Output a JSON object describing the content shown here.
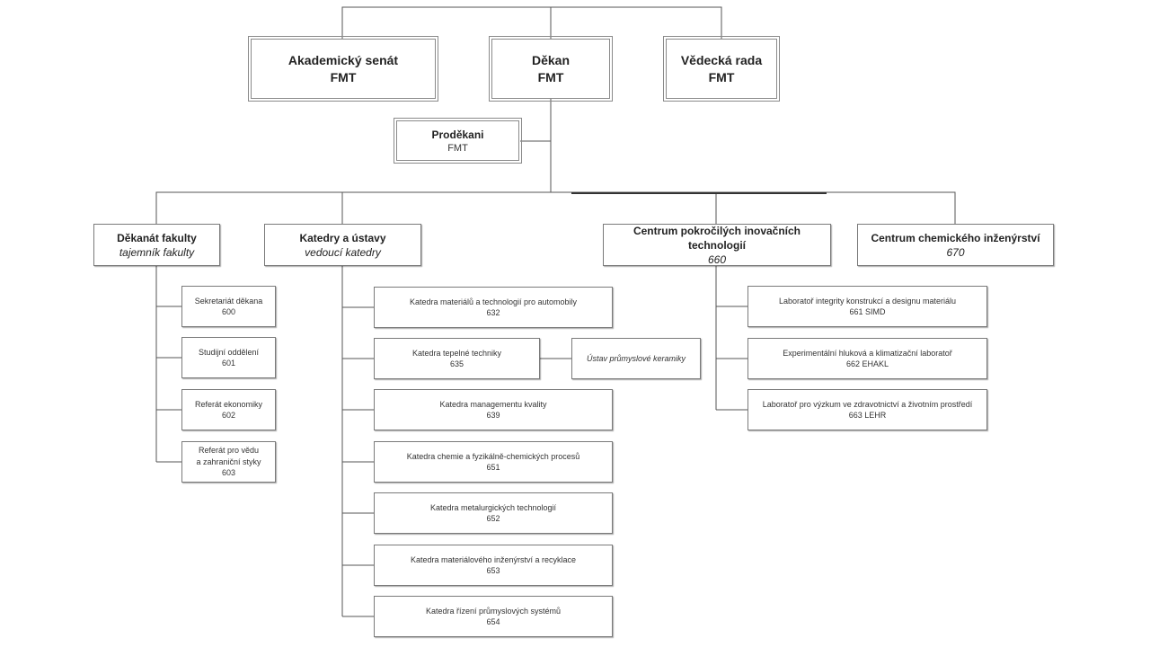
{
  "top": {
    "senate": {
      "name": "Akademický senát",
      "org": "FMT"
    },
    "dean": {
      "name": "Děkan",
      "org": "FMT"
    },
    "science_board": {
      "name": "Vědecká rada",
      "org": "FMT"
    }
  },
  "vice_deans": {
    "name": "Proděkani",
    "org": "FMT"
  },
  "divisions": {
    "deanery": {
      "name": "Děkanát fakulty",
      "head": "tajemník fakulty"
    },
    "departments": {
      "name": "Katedry a ústavy",
      "head": "vedoucí katedry"
    },
    "centre_tech": {
      "name": "Centrum pokročilých inovačních technologií",
      "code": "660"
    },
    "centre_chem": {
      "name": "Centrum chemického inženýrství",
      "code": "670"
    }
  },
  "deanery_units": [
    {
      "name": "Sekretariát děkana",
      "code": "600"
    },
    {
      "name": "Studijní oddělení",
      "code": "601"
    },
    {
      "name": "Referát ekonomiky",
      "code": "602"
    },
    {
      "name": "Referát pro vědu",
      "name2": "a zahraniční styky",
      "code": "603"
    }
  ],
  "department_units": [
    {
      "name": "Katedra materiálů a technologií pro automobily",
      "code": "632"
    },
    {
      "name": "Katedra tepelné techniky",
      "code": "635"
    },
    {
      "name": "Katedra managementu kvality",
      "code": "639"
    },
    {
      "name": "Katedra chemie a fyzikálně-chemických procesů",
      "code": "651"
    },
    {
      "name": "Katedra metalurgických technologií",
      "code": "652"
    },
    {
      "name": "Katedra materiálového inženýrství a recyklace",
      "code": "653"
    },
    {
      "name": "Katedra řízení průmyslových systémů",
      "code": "654"
    }
  ],
  "institute": {
    "name": "Ústav průmyslové keramiky"
  },
  "lab_units": [
    {
      "name": "Laboratoř integrity konstrukcí a designu materiálu",
      "code": "661 SIMD"
    },
    {
      "name": "Experimentální hluková a klimatizační laboratoř",
      "code": "662 EHAKL"
    },
    {
      "name": "Laboratoř pro výzkum ve zdravotnictví a životním prostředí",
      "code": "663 LEHR"
    }
  ]
}
